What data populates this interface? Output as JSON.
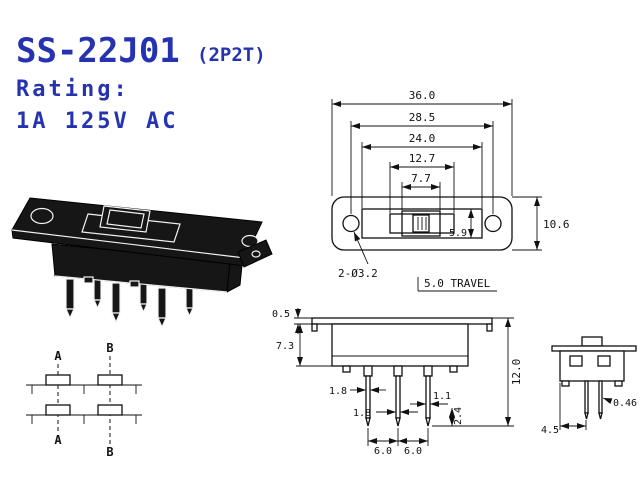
{
  "colors": {
    "accent": "#2633b0",
    "ink": "#111111"
  },
  "header": {
    "title": "SS-22J01",
    "subtitle": "(2P2T)",
    "rating_label": "Rating:",
    "rating_value": "1A 125V AC"
  },
  "top_view": {
    "dim36": "36.0",
    "dim285": "28.5",
    "dim24": "24.0",
    "dim127": "12.7",
    "dim77": "7.7",
    "dim59": "5.9",
    "dim106": "10.6",
    "hole_note": "2-Ø3.2",
    "travel_note": "5.0 TRAVEL"
  },
  "front_view": {
    "dim05": "0.5",
    "dim73": "7.3",
    "dim18_left": "1.8",
    "dim18_mid": "1.8",
    "dim11": "1.1",
    "dim24": "2.4",
    "dim60_left": "6.0",
    "dim60_right": "6.0",
    "dim120": "12.0"
  },
  "side_view": {
    "dim45": "4.5",
    "dim046": "0.46"
  },
  "schematic": {
    "pos_a_top": "A",
    "pos_b_top": "B",
    "pos_a_bottom": "A",
    "pos_b_bottom": "B"
  }
}
